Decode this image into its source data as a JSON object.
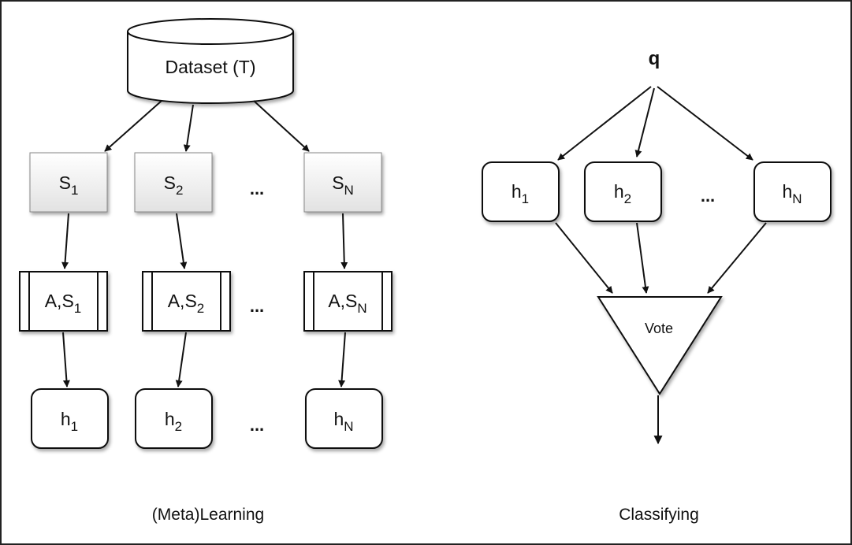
{
  "meta_learning": {
    "dataset_label": "Dataset (T)",
    "samples": [
      {
        "base": "S",
        "sub": "1"
      },
      {
        "base": "S",
        "sub": "2"
      },
      {
        "base": "S",
        "sub": "N"
      }
    ],
    "learners": [
      {
        "prefix": "A,",
        "base": "S",
        "sub": "1"
      },
      {
        "prefix": "A,",
        "base": "S",
        "sub": "2"
      },
      {
        "prefix": "A,",
        "base": "S",
        "sub": "N"
      }
    ],
    "hypotheses": [
      {
        "base": "h",
        "sub": "1"
      },
      {
        "base": "h",
        "sub": "2"
      },
      {
        "base": "h",
        "sub": "N"
      }
    ],
    "ellipsis": "...",
    "caption": "(Meta)Learning"
  },
  "classifying": {
    "query_label": "q",
    "hypotheses": [
      {
        "base": "h",
        "sub": "1"
      },
      {
        "base": "h",
        "sub": "2"
      },
      {
        "base": "h",
        "sub": "N"
      }
    ],
    "ellipsis": "...",
    "vote_label": "Vote",
    "caption": "Classifying"
  }
}
